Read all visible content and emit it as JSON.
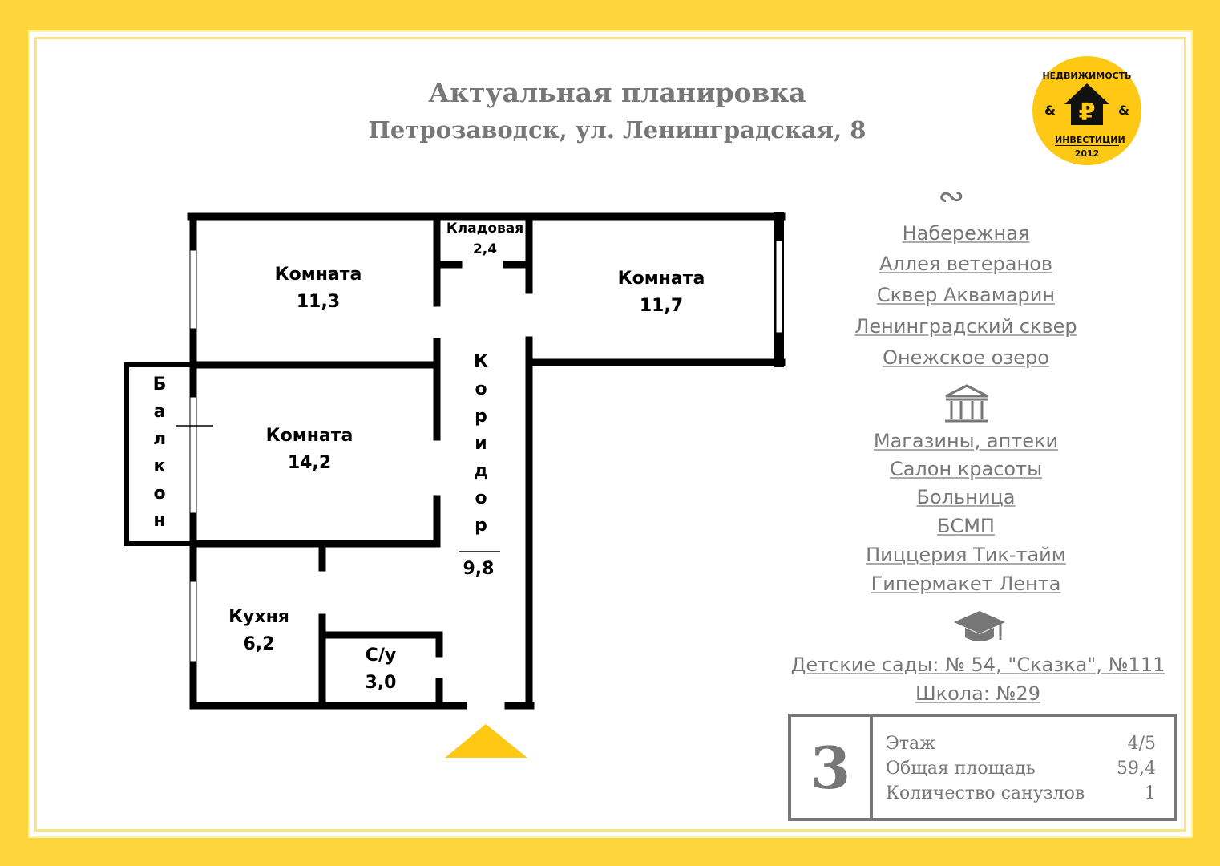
{
  "header": {
    "title": "Актуальная планировка",
    "address": "Петрозаводск, ул. Ленинградская, 8"
  },
  "logo": {
    "top_text": "НЕДВИЖИМОСТЬ",
    "amp": "&",
    "bottom_text": "ИНВЕСТИЦИИ",
    "year": "2012",
    "color": "#FFC814"
  },
  "plan": {
    "rooms": [
      {
        "name": "Комната",
        "area": "11,3"
      },
      {
        "name": "Кладовая",
        "area": "2,4"
      },
      {
        "name": "Комната",
        "area": "11,7"
      },
      {
        "name": "Комната",
        "area": "14,2"
      },
      {
        "name": "Кухня",
        "area": "6,2"
      },
      {
        "name": "С/у",
        "area": "3,0"
      }
    ],
    "balcony": [
      "Б",
      "а",
      "л",
      "к",
      "о",
      "н"
    ],
    "corridor": {
      "letters": [
        "К",
        "о",
        "р",
        "и",
        "д",
        "о",
        "р"
      ],
      "area": "9,8"
    },
    "entrance_color": "#FFC814"
  },
  "nature": {
    "icon": "wave-leaf-icon",
    "items": [
      "Набережная",
      "Аллея ветеранов",
      "Сквер Аквамарин",
      "Ленинградский сквер",
      "Онежское озеро"
    ]
  },
  "services": {
    "icon": "building-columns-icon",
    "items": [
      "Магазины, аптеки",
      "Салон красоты",
      "Больница",
      "БСМП",
      "Пиццерия Тик-тайм",
      "Гипермакет Лента"
    ]
  },
  "education": {
    "icon": "graduation-cap-icon",
    "items": [
      "Детские сады: № 54, \"Сказка\", №111",
      "Школа: №29"
    ]
  },
  "info": {
    "rooms": "3",
    "rows": [
      {
        "label": "Этаж",
        "value": "4/5"
      },
      {
        "label": "Общая площадь",
        "value": "59,4"
      },
      {
        "label": "Количество санузлов",
        "value": "1"
      }
    ]
  }
}
